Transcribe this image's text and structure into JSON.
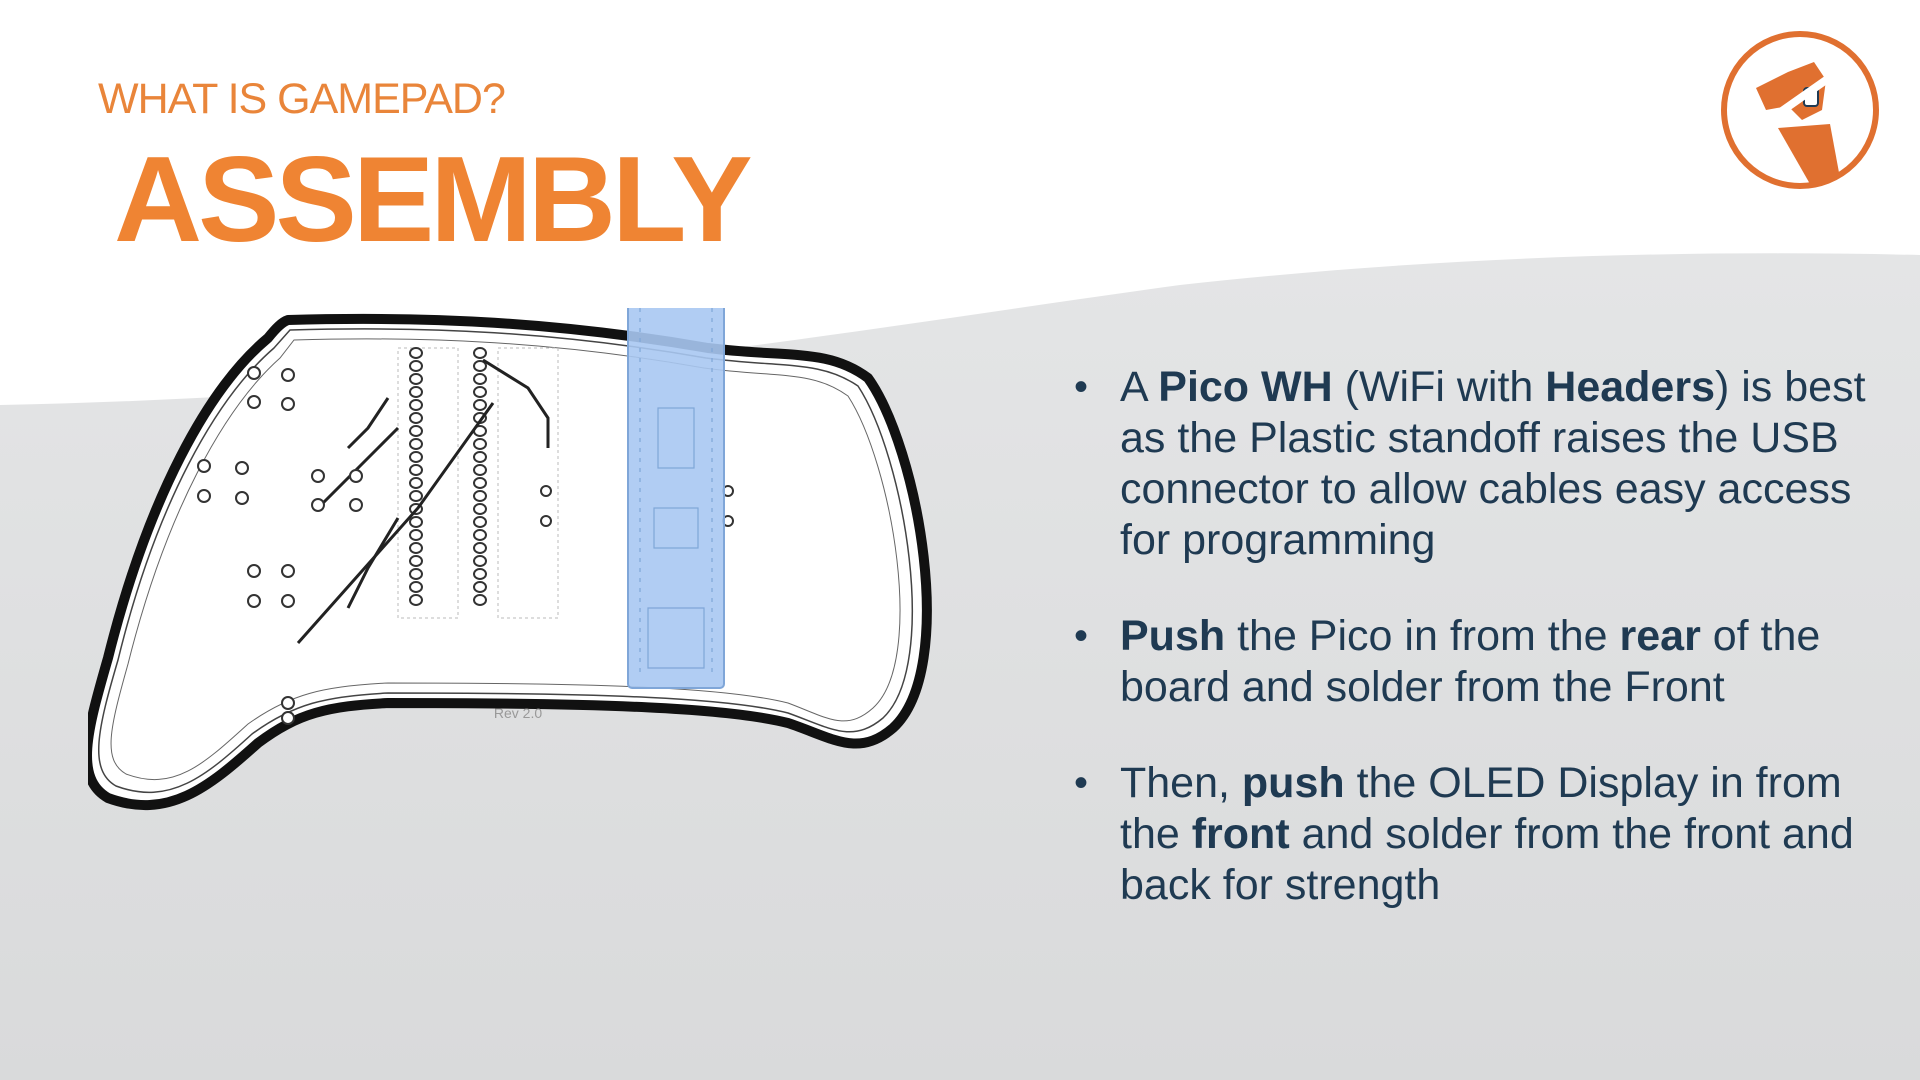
{
  "header": {
    "kicker": "WHAT IS GAMEPAD?",
    "title": "ASSEMBLY"
  },
  "logo": {
    "icon": "robot-head-logo-icon",
    "color": "#e07030"
  },
  "figure": {
    "icon": "gamepad-pcb-diagram",
    "board_label": "Rev 2.0",
    "pico_highlight_color": "#a9c8f2"
  },
  "bullets": [
    {
      "parts": [
        {
          "t": "A ",
          "b": false
        },
        {
          "t": "Pico WH",
          "b": true
        },
        {
          "t": " (WiFi with ",
          "b": false
        },
        {
          "t": "Headers",
          "b": true
        },
        {
          "t": ") is best as the Plastic standoff raises the USB connector to allow cables easy access for programming",
          "b": false
        }
      ]
    },
    {
      "parts": [
        {
          "t": "Push",
          "b": true
        },
        {
          "t": " the Pico in from the ",
          "b": false
        },
        {
          "t": "rear",
          "b": true
        },
        {
          "t": " of the board and solder from the Front",
          "b": false
        }
      ]
    },
    {
      "parts": [
        {
          "t": "Then, ",
          "b": false
        },
        {
          "t": "push",
          "b": true
        },
        {
          "t": " the OLED Display in from the ",
          "b": false
        },
        {
          "t": "front",
          "b": true
        },
        {
          "t": " and solder from the front and back for strength",
          "b": false
        }
      ]
    }
  ],
  "colors": {
    "accent": "#ef8433",
    "text": "#1f3a52",
    "bg_wave": "#e6e7e8"
  }
}
